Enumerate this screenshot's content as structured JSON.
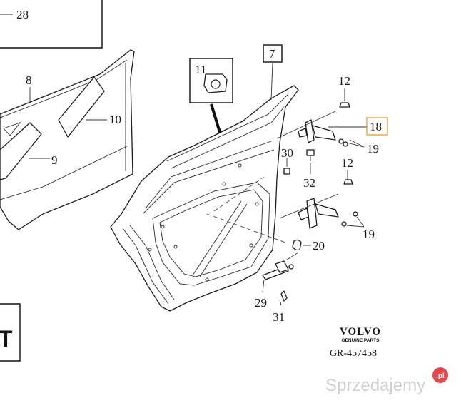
{
  "callouts": {
    "c28": "28",
    "c8": "8",
    "c10": "10",
    "c9": "9",
    "c11": "11",
    "c7": "7",
    "c12a": "12",
    "c18": "18",
    "c19a": "19",
    "c30": "30",
    "c32": "32",
    "c12b": "12",
    "c19b": "19",
    "c20": "20",
    "c29": "29",
    "c31": "31"
  },
  "partial_box_letter": "T",
  "highlight_color": "#e8a23a",
  "brand": {
    "logo_text": "VOLVO",
    "tagline": "GENUINE PARTS",
    "diagram_code": "GR-457458"
  },
  "watermark": {
    "text": "Sprzedajemy",
    "badge": ".pl",
    "badge_color": "#e2474d"
  }
}
